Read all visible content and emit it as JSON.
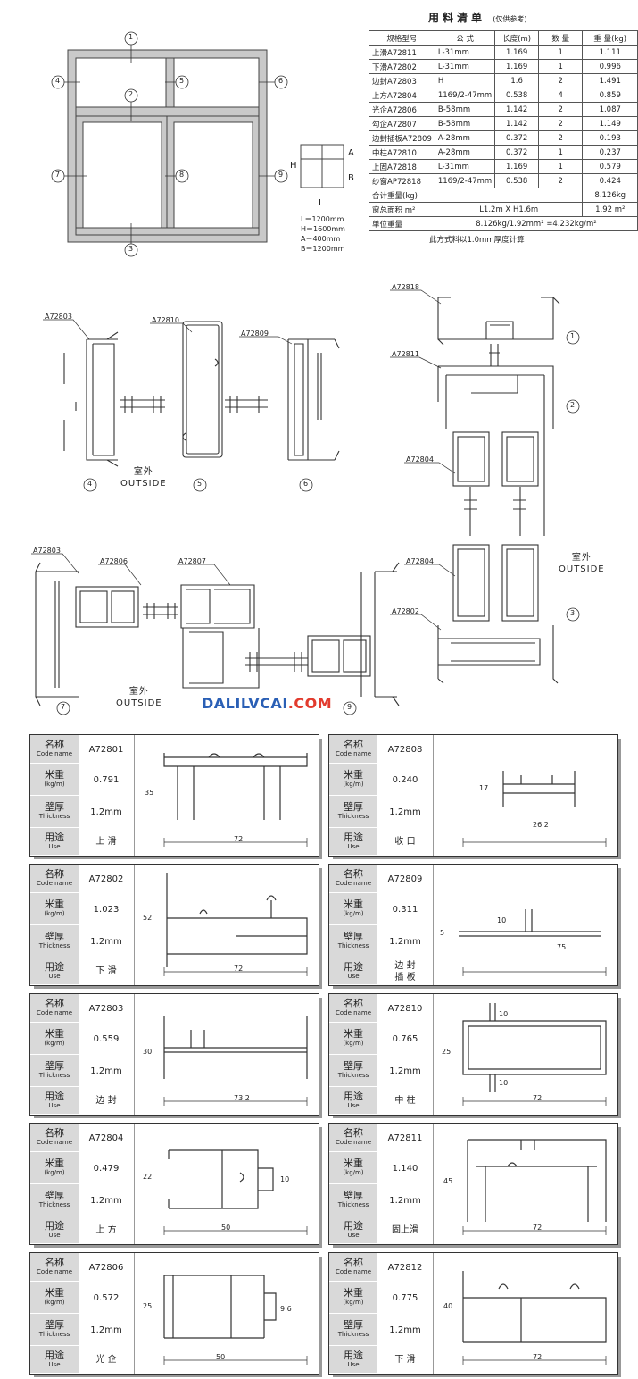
{
  "materials": {
    "title": "用料清单",
    "title_note": "(仅供参考)",
    "headers": [
      "规格型号",
      "公  式",
      "长度(m)",
      "数  量",
      "重  量(kg)"
    ],
    "rows": [
      [
        "上滑A72811",
        "L-31mm",
        "1.169",
        "1",
        "1.111"
      ],
      [
        "下滑A72802",
        "L-31mm",
        "1.169",
        "1",
        "0.996"
      ],
      [
        "边封A72803",
        "H",
        "1.6",
        "2",
        "1.491"
      ],
      [
        "上方A72804",
        "1169/2-47mm",
        "0.538",
        "4",
        "0.859"
      ],
      [
        "光企A72806",
        "B-58mm",
        "1.142",
        "2",
        "1.087"
      ],
      [
        "勾企A72807",
        "B-58mm",
        "1.142",
        "2",
        "1.149"
      ],
      [
        "边封插板A72809",
        "A-28mm",
        "0.372",
        "2",
        "0.193"
      ],
      [
        "中柱A72810",
        "A-28mm",
        "0.372",
        "1",
        "0.237"
      ],
      [
        "上固A72818",
        "L-31mm",
        "1.169",
        "1",
        "0.579"
      ],
      [
        "纱窗AP72818",
        "1169/2-47mm",
        "0.538",
        "2",
        "0.424"
      ]
    ],
    "total_label": "合计重量(kg)",
    "total_value": "8.126kg",
    "area_label": "窗总面积 m²",
    "area_formula": "L1.2m  X  H1.6m",
    "area_value": "1.92 m²",
    "unit_label": "单位重量",
    "unit_value": "8.126kg/1.92mm² =4.232kg/m²",
    "note": "此方式料以1.0mm厚度计算"
  },
  "window_diagram": {
    "markers": [
      "1",
      "2",
      "3",
      "4",
      "5",
      "6",
      "7",
      "8",
      "9"
    ],
    "small_labels": {
      "a": "A",
      "b": "B",
      "h": "H",
      "l": "L"
    },
    "dims": [
      "L＝1200mm",
      "H＝1600mm",
      "A＝400mm",
      "B＝1200mm"
    ]
  },
  "sections": {
    "callouts": [
      "A72803",
      "A72810",
      "A72809",
      "A72818",
      "A72811",
      "A72804",
      "A72804",
      "A72802",
      "A72803",
      "A72806",
      "A72807"
    ],
    "outside_zh": "室外",
    "outside_en": "OUTSIDE",
    "markers_top": [
      "4",
      "5",
      "6"
    ],
    "markers_right": [
      "1",
      "2",
      "3"
    ],
    "markers_bottom": [
      "7",
      "9"
    ]
  },
  "brand": {
    "part1": "DALILVCAI",
    "part2": ".COM"
  },
  "spec_labels": {
    "name_zh": "名称",
    "name_en": "Code name",
    "weight_zh": "米重",
    "weight_en": "(kg/m)",
    "thick_zh": "壁厚",
    "thick_en": "Thickness",
    "use_zh": "用途",
    "use_en": "Use"
  },
  "profiles": [
    {
      "code": "A72801",
      "weight": "0.791",
      "thickness": "1.2mm",
      "use": "上 滑",
      "dims": [
        "35",
        "72"
      ]
    },
    {
      "code": "A72808",
      "weight": "0.240",
      "thickness": "1.2mm",
      "use": "收 口",
      "dims": [
        "17",
        "26.2"
      ]
    },
    {
      "code": "A72802",
      "weight": "1.023",
      "thickness": "1.2mm",
      "use": "下 滑",
      "dims": [
        "52",
        "72"
      ]
    },
    {
      "code": "A72809",
      "weight": "0.311",
      "thickness": "1.2mm",
      "use": "边 封\n插 板",
      "dims": [
        "10",
        "5",
        "75"
      ]
    },
    {
      "code": "A72803",
      "weight": "0.559",
      "thickness": "1.2mm",
      "use": "边 封",
      "dims": [
        "30",
        "73.2"
      ]
    },
    {
      "code": "A72810",
      "weight": "0.765",
      "thickness": "1.2mm",
      "use": "中 柱",
      "dims": [
        "10",
        "25",
        "10",
        "72"
      ]
    },
    {
      "code": "A72804",
      "weight": "0.479",
      "thickness": "1.2mm",
      "use": "上 方",
      "dims": [
        "22",
        "10",
        "50"
      ]
    },
    {
      "code": "A72811",
      "weight": "1.140",
      "thickness": "1.2mm",
      "use": "固上滑",
      "dims": [
        "45",
        "72"
      ]
    },
    {
      "code": "A72806",
      "weight": "0.572",
      "thickness": "1.2mm",
      "use": "光 企",
      "dims": [
        "25",
        "9.6",
        "50"
      ]
    },
    {
      "code": "A72812",
      "weight": "0.775",
      "thickness": "1.2mm",
      "use": "下 滑",
      "dims": [
        "40",
        "72"
      ]
    }
  ]
}
